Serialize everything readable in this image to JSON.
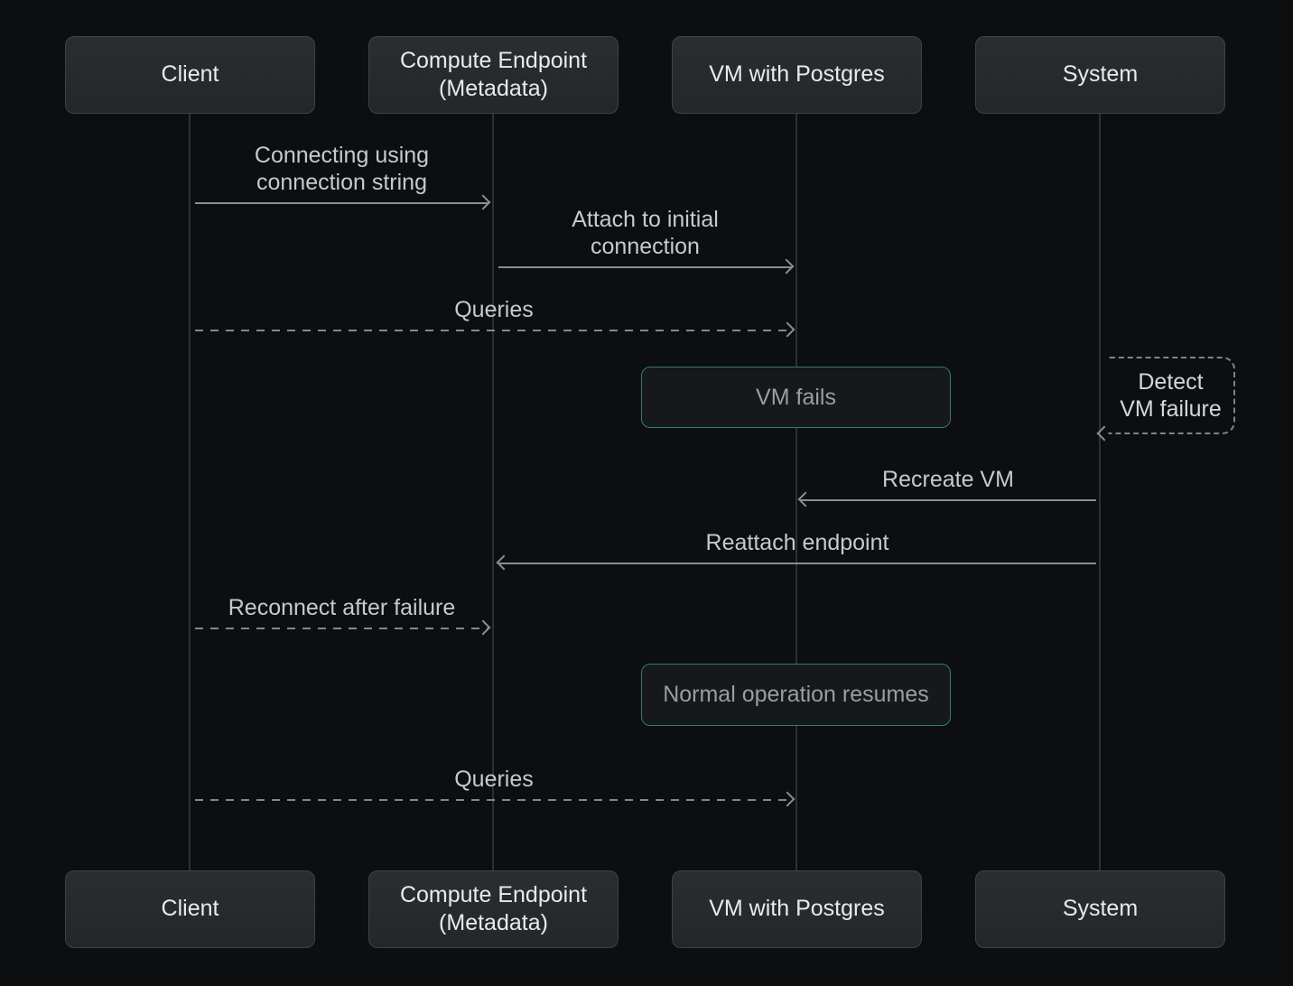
{
  "diagram": {
    "type": "sequence",
    "actors": [
      {
        "id": "client",
        "label": "Client"
      },
      {
        "id": "compute-endpoint",
        "label": "Compute Endpoint\n(Metadata)"
      },
      {
        "id": "vm-postgres",
        "label": "VM with Postgres"
      },
      {
        "id": "system",
        "label": "System"
      }
    ],
    "messages": [
      {
        "label": "Connecting using\nconnection string",
        "from": "client",
        "to": "compute-endpoint",
        "style": "solid",
        "direction": "right"
      },
      {
        "label": "Attach to initial\nconnection",
        "from": "compute-endpoint",
        "to": "vm-postgres",
        "style": "solid",
        "direction": "right"
      },
      {
        "label": "Queries",
        "from": "client",
        "to": "vm-postgres",
        "style": "dashed",
        "direction": "right"
      },
      {
        "label": "Recreate VM",
        "from": "system",
        "to": "vm-postgres",
        "style": "solid",
        "direction": "left"
      },
      {
        "label": "Reattach endpoint",
        "from": "system",
        "to": "compute-endpoint",
        "style": "solid",
        "direction": "left"
      },
      {
        "label": "Reconnect after failure",
        "from": "client",
        "to": "compute-endpoint",
        "style": "dashed",
        "direction": "right"
      },
      {
        "label": "Queries",
        "from": "client",
        "to": "vm-postgres",
        "style": "dashed",
        "direction": "right"
      }
    ],
    "notes": [
      {
        "label": "VM fails",
        "over": "vm-postgres"
      },
      {
        "label": "Normal operation resumes",
        "over": "vm-postgres"
      }
    ],
    "self_message": {
      "label": "Detect\nVM failure",
      "actor": "system"
    },
    "colors": {
      "background": "#0d0e10",
      "actor_fill": "#26282d",
      "actor_border": "#3e4147",
      "actor_text": "#e9eaec",
      "message_text": "#c7c9cc",
      "arrow": "#8a8d92",
      "lifeline": "#2d2f34",
      "note_border": "#2b8164",
      "note_fill": "#16181b",
      "note_text": "#9a9da2",
      "self_message_border": "#80838a",
      "self_message_text": "#d4d6d9"
    }
  }
}
